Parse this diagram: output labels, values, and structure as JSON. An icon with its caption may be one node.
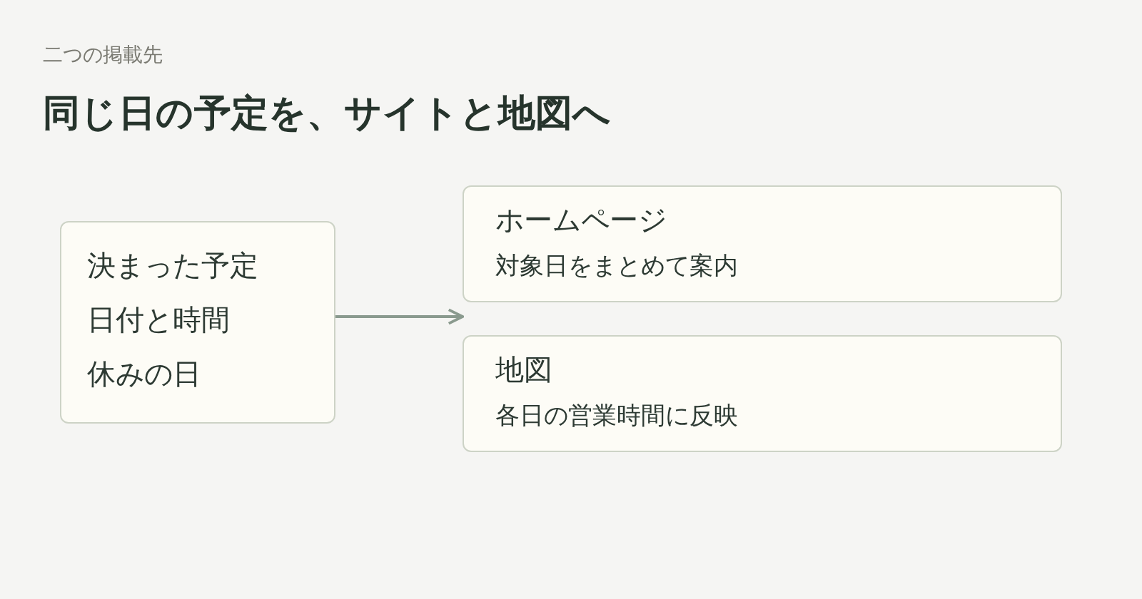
{
  "diagram": {
    "title": "同じ日の予定を、サイトと地図へ",
    "nodes": [
      {
        "text": [
          "決まった予定",
          "日付と時間",
          "休みの日"
        ]
      },
      {
        "text": [
          "ホームページ",
          "対象日をまとめて案内"
        ]
      },
      {
        "text": [
          "地図",
          "各日の営業時間に反映"
        ]
      }
    ],
    "edges": [
      {
        "from": 0,
        "to": 1,
        "arrow": "to"
      }
    ],
    "labels": [
      "二つの掲載先"
    ]
  }
}
